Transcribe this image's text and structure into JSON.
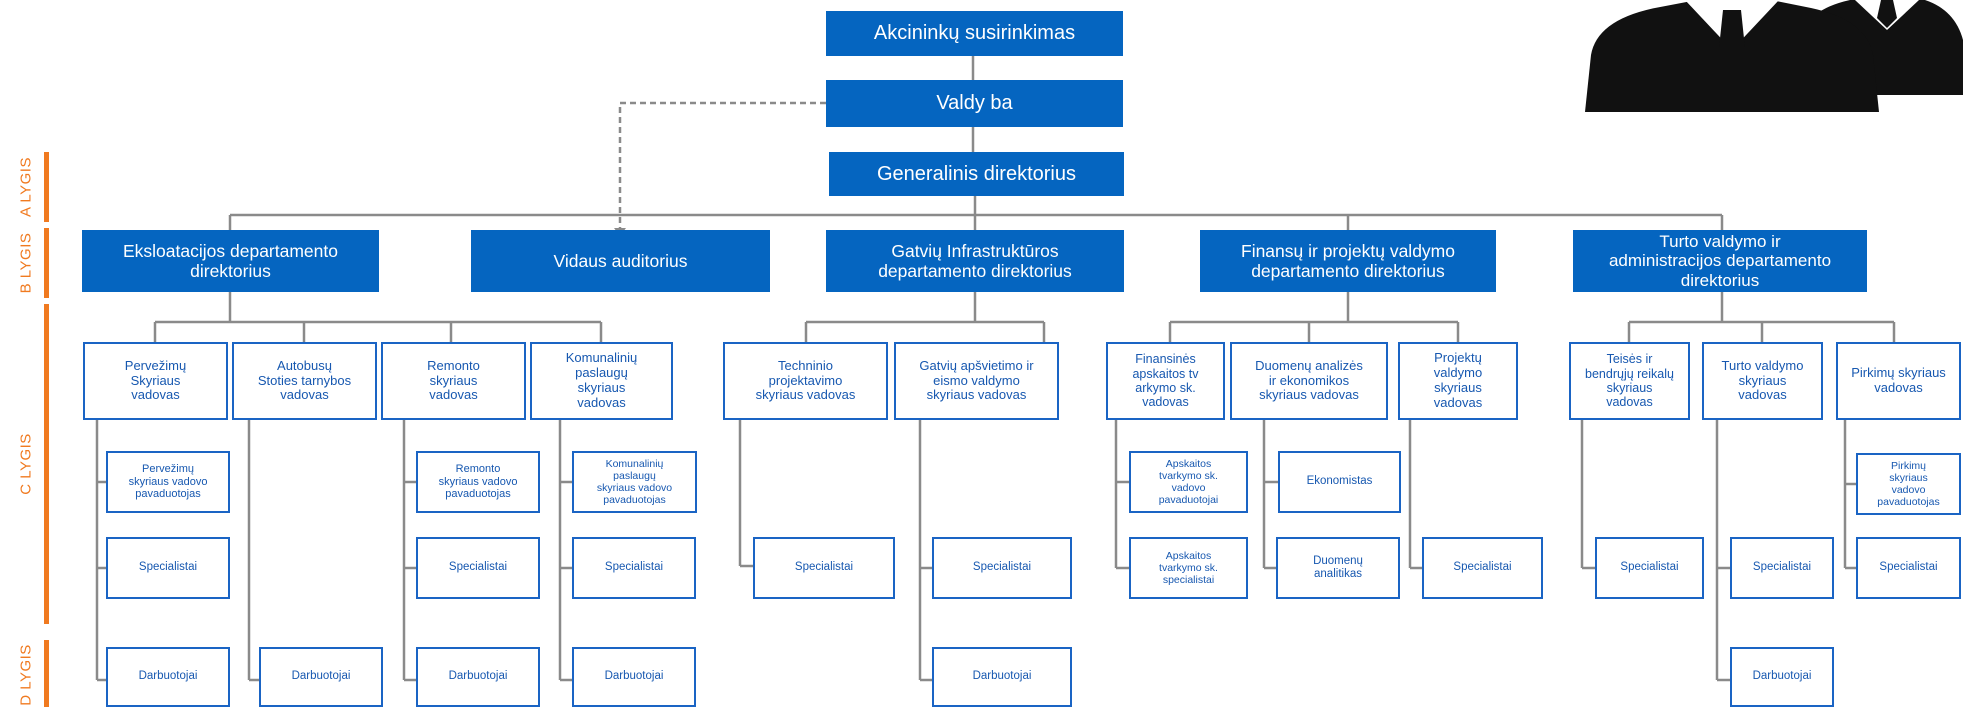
{
  "colors": {
    "primary_fill": "#0565c0",
    "box_border": "#1a64c4",
    "box_text": "#1758b0",
    "connector": "#8a8a8a",
    "level_accent": "#f07a20"
  },
  "levels": [
    {
      "id": "lvl-a",
      "label": "A LYGIS"
    },
    {
      "id": "lvl-b",
      "label": "B LYGIS"
    },
    {
      "id": "lvl-c",
      "label": "C LYGIS"
    },
    {
      "id": "lvl-d",
      "label": "D LYGIS"
    }
  ],
  "icon": "business-people-icon",
  "nodes": [
    {
      "id": "akcininku",
      "label": "Akcininkų susirinkimas"
    },
    {
      "id": "valdyba",
      "label": "Valdy ba"
    },
    {
      "id": "gendir",
      "label": "Generalinis direktorius"
    },
    {
      "id": "eks",
      "label": "Eksloatacijos departamento\ndirektorius"
    },
    {
      "id": "vidaus",
      "label": "Vidaus auditorius"
    },
    {
      "id": "gatviu",
      "label": "Gatvių Infrastruktūros\ndepartamento direktorius"
    },
    {
      "id": "finansu",
      "label": "Finansų ir projektų valdymo\ndepartamento direktorius"
    },
    {
      "id": "turto",
      "label": "Turto valdymo ir\nadministracijos departamento\ndirektorius"
    },
    {
      "id": "perv",
      "label": "Pervežimų\nSkyriaus\nvadovas"
    },
    {
      "id": "autob",
      "label": "Autobusų\nStoties tarnybos\nvadovas"
    },
    {
      "id": "remonto",
      "label": "Remonto\nskyriaus\nvadovas"
    },
    {
      "id": "komun",
      "label": "Komunalinių\npaslaugų\nskyriaus\nvadovas"
    },
    {
      "id": "techn",
      "label": "Techninio\nprojektavimo\nskyriaus vadovas"
    },
    {
      "id": "apsv",
      "label": "Gatvių apšvietimo ir\neismo valdymo\nskyriaus vadovas"
    },
    {
      "id": "fin",
      "label": "Finansinės\napskaitos tv\narkymo sk.\nvadovas"
    },
    {
      "id": "duom",
      "label": "Duomenų analizės\nir ekonomikos\nskyriaus vadovas"
    },
    {
      "id": "proj",
      "label": "Projektų\nvaldymo\nskyriaus\nvadovas"
    },
    {
      "id": "teises",
      "label": "Teisės ir\nbendrųjų reikalų\nskyriaus\nvadovas"
    },
    {
      "id": "turtov",
      "label": "Turto valdymo\nskyriaus\nvadovas"
    },
    {
      "id": "pirk",
      "label": "Pirkimų skyriaus\nvadovas"
    },
    {
      "id": "perv-pav",
      "label": "Pervežimų\nskyriaus vadovo\npavaduotojas"
    },
    {
      "id": "perv-spec",
      "label": "Specialistai"
    },
    {
      "id": "perv-darb",
      "label": "Darbuotojai"
    },
    {
      "id": "autob-darb",
      "label": "Darbuotojai"
    },
    {
      "id": "rem-pav",
      "label": "Remonto\nskyriaus vadovo\npavaduotojas"
    },
    {
      "id": "rem-spec",
      "label": "Specialistai"
    },
    {
      "id": "rem-darb",
      "label": "Darbuotojai"
    },
    {
      "id": "kom-pav",
      "label": "Komunalinių\npaslaugų\nskyriaus vadovo\npavaduotojas"
    },
    {
      "id": "kom-spec",
      "label": "Specialistai"
    },
    {
      "id": "kom-darb",
      "label": "Darbuotojai"
    },
    {
      "id": "tech-spec",
      "label": "Specialistai"
    },
    {
      "id": "apsv-spec",
      "label": "Specialistai"
    },
    {
      "id": "apsv-darb",
      "label": "Darbuotojai"
    },
    {
      "id": "fin-vad",
      "label": "Apskaitos\ntvarkymo sk.\nvadovo\npavaduotojai"
    },
    {
      "id": "fin-spec",
      "label": "Apskaitos\ntvarkymo sk.\nspecialistai"
    },
    {
      "id": "ekon",
      "label": "Ekonomistas"
    },
    {
      "id": "analit",
      "label": "Duomenų\nanalitikas"
    },
    {
      "id": "proj-spec",
      "label": "Specialistai"
    },
    {
      "id": "teis-spec",
      "label": "Specialistai"
    },
    {
      "id": "turto-spec",
      "label": "Specialistai"
    },
    {
      "id": "turto-darb",
      "label": "Darbuotojai"
    },
    {
      "id": "pirk-pav",
      "label": "Pirkimų\nskyriaus\nvadovo\npavaduotojas"
    },
    {
      "id": "pirk-spec",
      "label": "Specialistai"
    }
  ]
}
